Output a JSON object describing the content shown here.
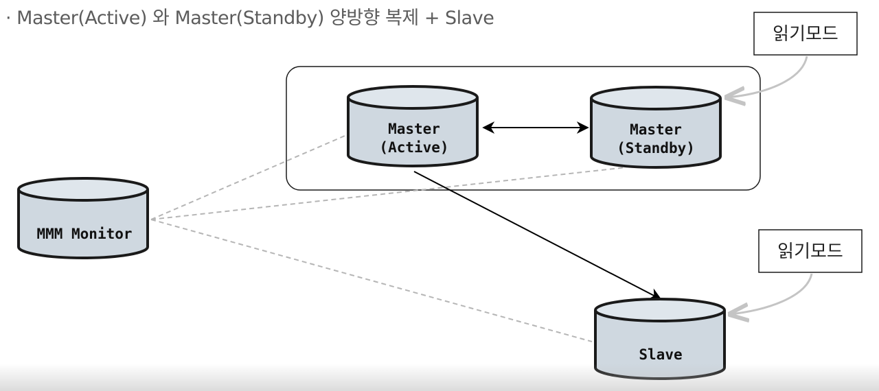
{
  "title": "· Master(Active) 와  Master(Standby) 양방향 복제 + Slave",
  "nodes": {
    "master_active": {
      "line1": "Master",
      "line2": "(Active)"
    },
    "master_standby": {
      "line1": "Master",
      "line2": "(Standby)"
    },
    "monitor": {
      "label": "MMM Monitor"
    },
    "slave": {
      "label": "Slave"
    }
  },
  "notes": {
    "standby_note": "읽기모드",
    "slave_note": "읽기모드"
  },
  "colors": {
    "cylinder_fill": "#cfd8e0",
    "cylinder_top": "#dfe6ec",
    "cylinder_stroke": "#1a1a1a",
    "dashed_line": "#b5b5b5",
    "arrow": "#000000",
    "note_arrow": "#c4c4c4"
  }
}
